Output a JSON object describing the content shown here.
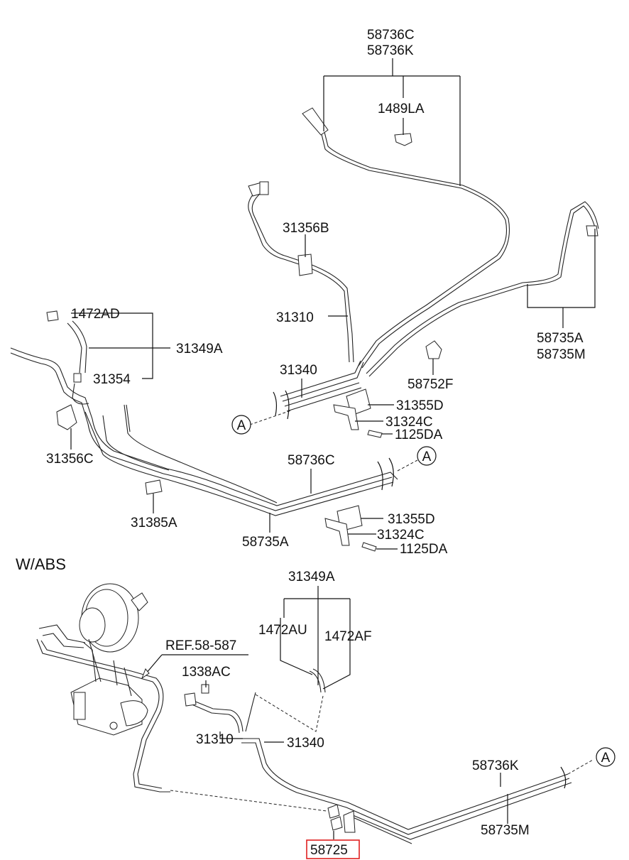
{
  "labels": {
    "p58736C_top": "58736C",
    "p58736K_top": "58736K",
    "p1489LA": "1489LA",
    "p31356B": "31356B",
    "p1472AD": "1472AD",
    "p31349A_top": "31349A",
    "p31310_top": "31310",
    "p31354": "31354",
    "p58735A_right": "58735A",
    "p58735M_right": "58735M",
    "p31340_top": "31340",
    "p58752F": "58752F",
    "p31355D_1": "31355D",
    "p31324C_1": "31324C",
    "p1125DA_1": "1125DA",
    "p31356C": "31356C",
    "p58736C_mid": "58736C",
    "p31385A": "31385A",
    "p31355D_2": "31355D",
    "p31324C_2": "31324C",
    "p1125DA_2": "1125DA",
    "p58735A_mid": "58735A",
    "wabs": "W/ABS",
    "p31349A_bot": "31349A",
    "p1472AU": "1472AU",
    "p1472AF": "1472AF",
    "ref": "REF.58-587",
    "p1338AC": "1338AC",
    "p31310_bot": "31310",
    "p31340_bot": "31340",
    "p58736K_bot": "58736K",
    "p58735M_bot": "58735M",
    "p58725": "58725"
  },
  "markers": {
    "a1": "A",
    "a2": "A",
    "a3": "A"
  },
  "highlight_color": "#e02020"
}
